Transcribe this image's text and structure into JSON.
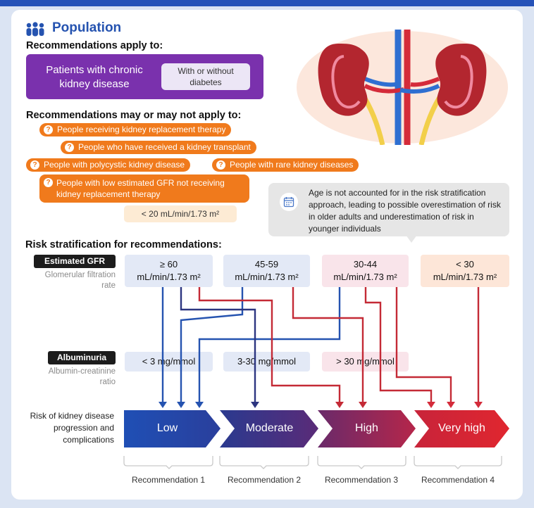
{
  "header": {
    "title": "Population"
  },
  "applies": {
    "heading": "Recommendations apply to:",
    "main_text": "Patients with chronic kidney disease",
    "pill_text": "With or without diabetes"
  },
  "may_apply": {
    "heading": "Recommendations may or may not apply to:",
    "items": [
      "People receiving kidney replacement therapy",
      "People who have received a kidney transplant",
      "People with polycystic kidney disease",
      "People with rare kidney diseases",
      "People with low estimated GFR not receiving kidney replacement therapy"
    ],
    "gfr_threshold": "< 20 mL/min/1.73 m²",
    "question_mark": "?"
  },
  "note": {
    "text": "Age is not accounted for in the risk stratification approach, leading to possible overestimation of risk in older adults and underestimation of risk in younger individuals"
  },
  "risk": {
    "heading": "Risk stratification for recommendations:",
    "egfr_label": "Estimated GFR",
    "egfr_sub": "Glomerular filtration rate",
    "egfr_categories": [
      "≥ 60 mL/min/1.73 m²",
      "45-59 mL/min/1.73 m²",
      "30-44 mL/min/1.73 m²",
      "< 30 mL/min/1.73 m²"
    ],
    "alb_label": "Albuminuria",
    "alb_sub": "Albumin-creatinine ratio",
    "alb_categories": [
      "< 3 mg/mmol",
      "3-30 mg/mmol",
      "> 30 mg/mmol"
    ],
    "outcome_label": "Risk of kidney disease progression and complications",
    "levels": [
      "Low",
      "Moderate",
      "High",
      "Very high"
    ],
    "recommendations": [
      "Recommendation 1",
      "Recommendation 2",
      "Recommendation 3",
      "Recommendation 4"
    ]
  },
  "colors": {
    "blue": "#2553b0",
    "navy": "#2c3580",
    "purple": "#7a31ad",
    "orange": "#f07a1c",
    "red": "#d42b3a",
    "dark_red": "#b02a3c"
  }
}
